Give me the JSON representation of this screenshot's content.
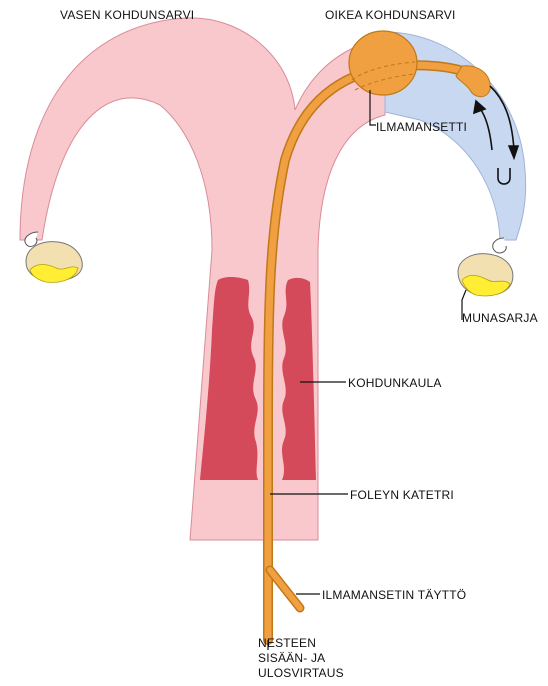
{
  "labels": {
    "left_horn": "VASEN KOHDUNSARVI",
    "right_horn": "OIKEA KOHDUNSARVI",
    "cuff": "ILMAMANSETTI",
    "ovary": "MUNASARJA",
    "cervix": "KOHDUNKAULA",
    "catheter": "FOLEYN KATETRI",
    "cuff_inflation": "ILMAMANSETIN TÄYTTÖ",
    "flow_line1": "NESTEEN",
    "flow_line2": "SISÄÄN- JA",
    "flow_line3": "ULOSVIRTAUS"
  },
  "colors": {
    "uterus": "#f8c8cc",
    "uterus_outline": "#d98c98",
    "flushed_horn": "#c8d8f0",
    "cervix": "#d44a5a",
    "catheter": "#f0a040",
    "catheter_outline": "#c07818",
    "ovary_body": "#f2e0b0",
    "ovary_follicle": "#ffee33",
    "arrow": "#111111"
  }
}
